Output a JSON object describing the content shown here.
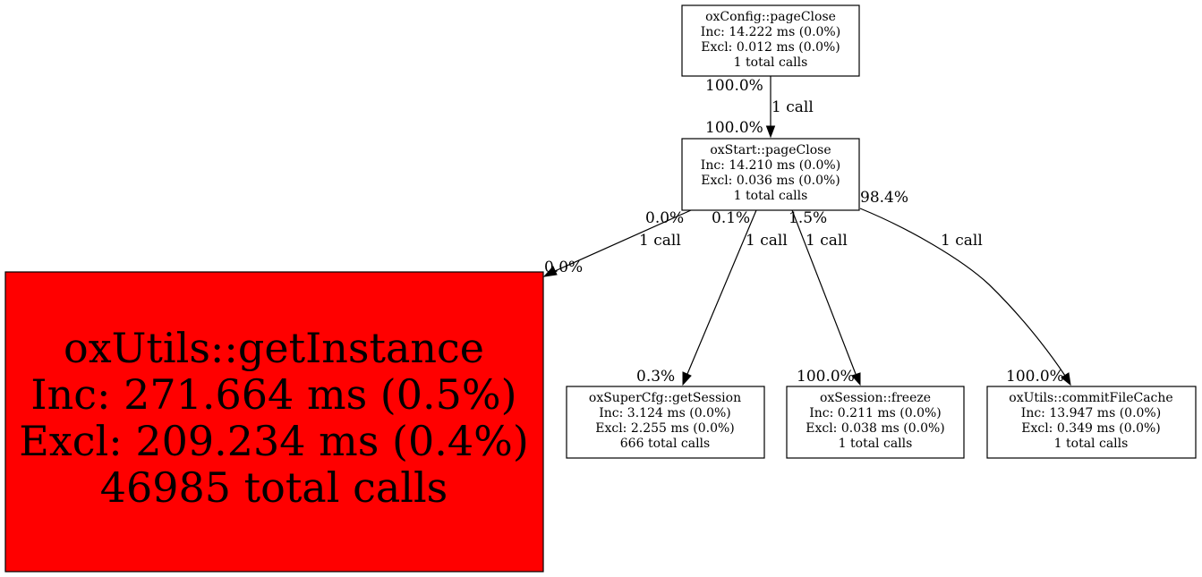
{
  "nodes": [
    {
      "id": "config_pageclose",
      "name": "oxConfig::pageClose",
      "inc": "Inc: 14.222 ms (0.0%)",
      "excl": "Excl: 0.012 ms (0.0%)",
      "calls": "1 total calls",
      "fill": "#ffffff"
    },
    {
      "id": "start_pageclose",
      "name": "oxStart::pageClose",
      "inc": "Inc: 14.210 ms (0.0%)",
      "excl": "Excl: 0.036 ms (0.0%)",
      "calls": "1 total calls",
      "fill": "#ffffff"
    },
    {
      "id": "utils_getinstance",
      "name": "oxUtils::getInstance",
      "inc": "Inc: 271.664 ms (0.5%)",
      "excl": "Excl: 209.234 ms (0.4%)",
      "calls": "46985 total calls",
      "fill": "#ff0000"
    },
    {
      "id": "supercfg_getsession",
      "name": "oxSuperCfg::getSession",
      "inc": "Inc: 3.124 ms (0.0%)",
      "excl": "Excl: 2.255 ms (0.0%)",
      "calls": "666 total calls",
      "fill": "#ffffff"
    },
    {
      "id": "session_freeze",
      "name": "oxSession::freeze",
      "inc": "Inc: 0.211 ms (0.0%)",
      "excl": "Excl: 0.038 ms (0.0%)",
      "calls": "1 total calls",
      "fill": "#ffffff"
    },
    {
      "id": "utils_commitfilecache",
      "name": "oxUtils::commitFileCache",
      "inc": "Inc: 13.947 ms (0.0%)",
      "excl": "Excl: 0.349 ms (0.0%)",
      "calls": "1 total calls",
      "fill": "#ffffff"
    }
  ],
  "edges": [
    {
      "from": "config_pageclose",
      "to": "start_pageclose",
      "label": "1 call",
      "tail_pct": "100.0%",
      "head_pct": "100.0%"
    },
    {
      "from": "start_pageclose",
      "to": "utils_getinstance",
      "label": "1 call",
      "tail_pct": "0.0%",
      "head_pct": "0.0%"
    },
    {
      "from": "start_pageclose",
      "to": "supercfg_getsession",
      "label": "1 call",
      "tail_pct": "0.1%",
      "head_pct": "0.3%"
    },
    {
      "from": "start_pageclose",
      "to": "session_freeze",
      "label": "1 call",
      "tail_pct": "1.5%",
      "head_pct": "100.0%"
    },
    {
      "from": "start_pageclose",
      "to": "utils_commitfilecache",
      "label": "1 call",
      "tail_pct": "98.4%",
      "head_pct": "100.0%"
    }
  ]
}
